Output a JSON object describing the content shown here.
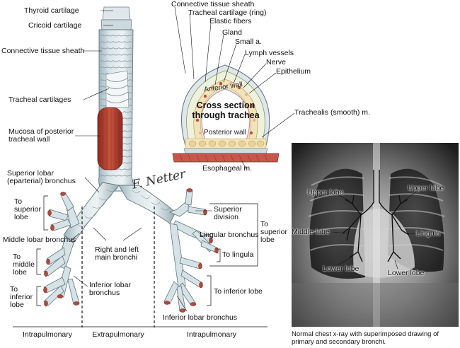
{
  "labels": {
    "thyroid": "Thyroid cartilage",
    "cricoid": "Cricoid cartilage",
    "sheath_left": "Connective tissue sheath",
    "tracheal_cartilages": "Tracheal cartilages",
    "mucosa": "Mucosa of posterior\ntracheal wall",
    "sup_lobar": "Superior lobar\n(eparterial) bronchus",
    "to_sup_left": "To\nsuperior\nlobe",
    "middle_lobar": "Middle lobar bronchus",
    "to_middle": "To\nmiddle\nlobe",
    "to_inferior_left": "To\ninferior\nlobe",
    "main_bronchi": "Right and left\nmain bronchi",
    "inf_lobar_left": "Inferior lobar\nbronchus",
    "sup_division": "Superior\ndivision",
    "lingular": "Lingular bronchus",
    "to_lingula": "To lingula",
    "to_sup_right": "To\nsuperior\nlobe",
    "to_inferior_right": "To inferior lobe",
    "inf_lobar_right": "Inferior lobar bronchus",
    "cs_sheath": "Connective tissue sheath",
    "cs_ring": "Tracheal cartilage (ring)",
    "cs_elastic": "Elastic fibers",
    "cs_gland": "Gland",
    "cs_small_a": "Small a.",
    "cs_lymph": "Lymph vessels",
    "cs_nerve": "Nerve",
    "cs_epithelium": "Epithelium",
    "cs_trachealis": "Trachealis (smooth) m.",
    "cs_esophageal": "Esophageal m.",
    "cs_anterior": "Anterior wall",
    "cs_posterior": "Posterior wall",
    "cs_title": "Cross section\nthrough trachea"
  },
  "regions": {
    "left": "Intrapulmonary",
    "middle": "Extrapulmonary",
    "right": "Intrapulmonary"
  },
  "xray": {
    "upper_left": "Upper lobe",
    "upper_right": "Upper lobe",
    "middle": "Middle lobe",
    "lingula": "Lingula",
    "lower_left": "Lower lobe",
    "lower_right": "Lower lobe",
    "caption": "Normal chest x-ray with superimposed drawing of primary and secondary bronchi."
  },
  "signature": "F. Netter"
}
